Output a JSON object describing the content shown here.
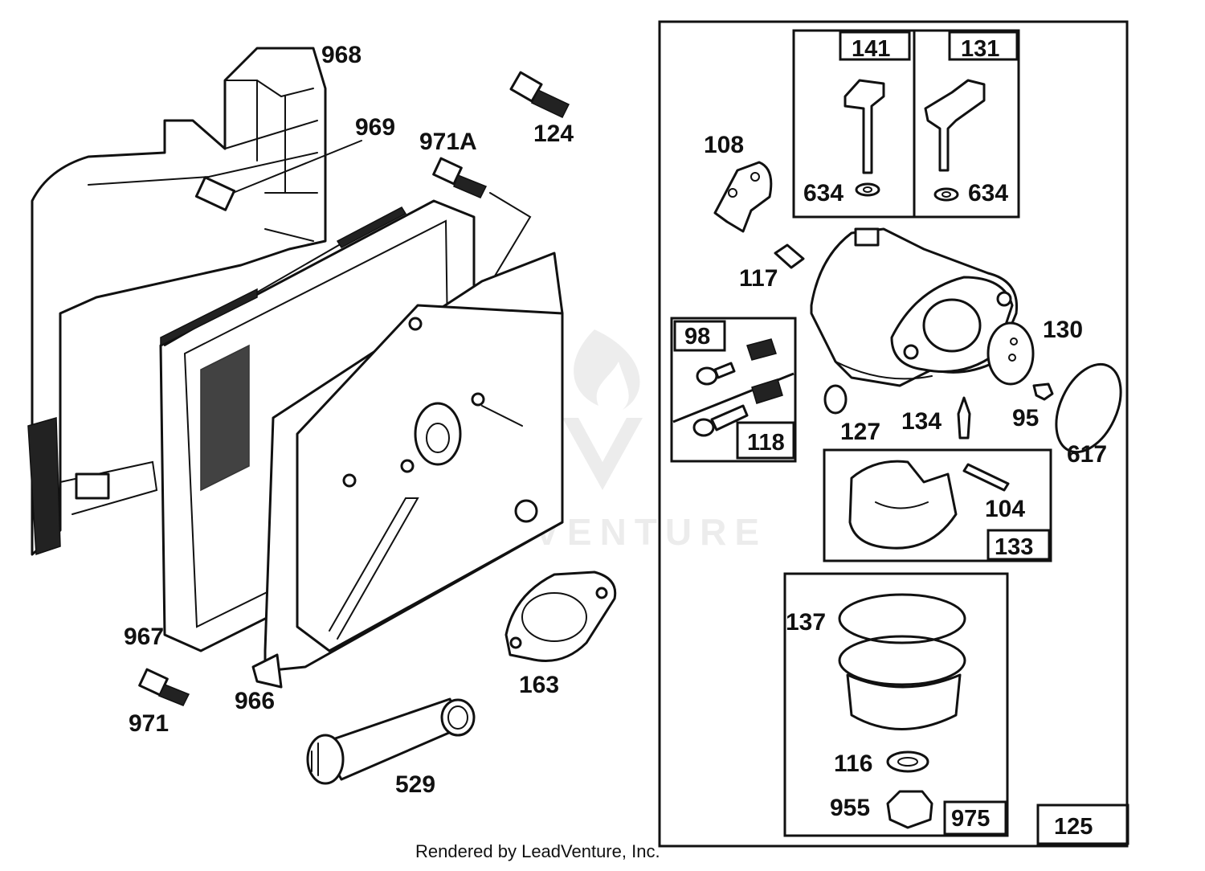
{
  "diagram": {
    "watermark": "LEADVENTURE",
    "footer": "Rendered by LeadVenture, Inc.",
    "labels": {
      "p968": "968",
      "p969": "969",
      "p971a": "971A",
      "p124": "124",
      "p967": "967",
      "p966": "966",
      "p971": "971",
      "p529": "529",
      "p163": "163",
      "p108": "108",
      "p117": "117",
      "p130": "130",
      "p127": "127",
      "p134": "134",
      "p95": "95",
      "p617": "617",
      "p104": "104",
      "p137": "137",
      "p116": "116",
      "p955": "955",
      "p634a": "634",
      "p634b": "634"
    },
    "box_labels": {
      "b141": "141",
      "b131": "131",
      "b98": "98",
      "b118": "118",
      "b133": "133",
      "b975": "975",
      "b125": "125"
    }
  }
}
